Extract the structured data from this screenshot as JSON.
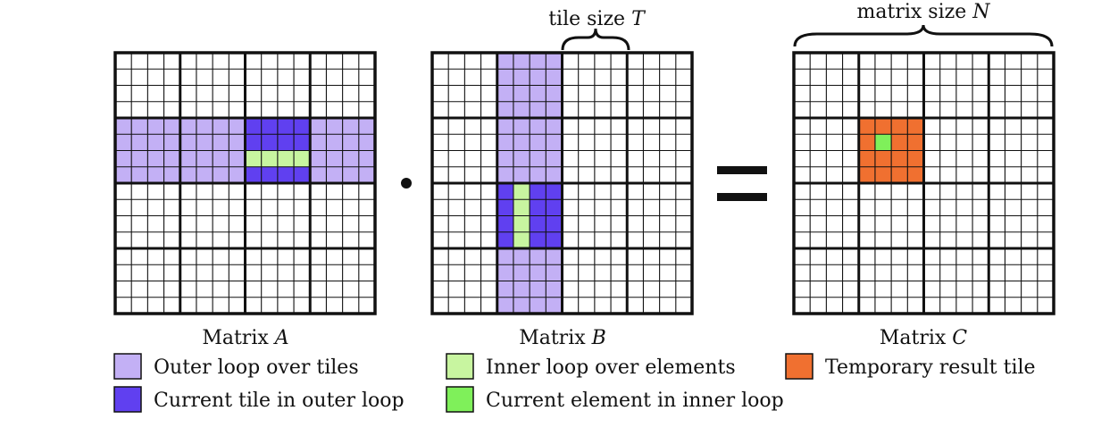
{
  "annotations": {
    "tile_size_label": "tile size",
    "tile_size_symbol": "T",
    "matrix_size_label": "matrix size",
    "matrix_size_symbol": "N"
  },
  "operators": {
    "dot": "·",
    "equals": "="
  },
  "grid": {
    "tiles_per_side": 4,
    "elements_per_tile": 4
  },
  "matrices": [
    {
      "id": "A",
      "caption_prefix": "Matrix",
      "caption_symbol": "A",
      "outer_loop_tiles": [
        [
          1,
          0
        ],
        [
          1,
          1
        ],
        [
          1,
          2
        ],
        [
          1,
          3
        ]
      ],
      "current_tile": [
        1,
        2
      ],
      "inner_loop_elements": [
        [
          2,
          0
        ],
        [
          2,
          1
        ],
        [
          2,
          2
        ],
        [
          2,
          3
        ]
      ],
      "current_elements": []
    },
    {
      "id": "B",
      "caption_prefix": "Matrix",
      "caption_symbol": "B",
      "outer_loop_tiles": [
        [
          0,
          1
        ],
        [
          1,
          1
        ],
        [
          2,
          1
        ],
        [
          3,
          1
        ]
      ],
      "current_tile": [
        2,
        1
      ],
      "inner_loop_elements": [
        [
          0,
          1
        ],
        [
          1,
          1
        ],
        [
          2,
          1
        ],
        [
          3,
          1
        ]
      ],
      "current_elements": []
    },
    {
      "id": "C",
      "caption_prefix": "Matrix",
      "caption_symbol": "C",
      "result_tile": [
        1,
        1
      ],
      "current_elements": [
        [
          1,
          1
        ]
      ]
    }
  ],
  "legend": [
    {
      "key": "outer_loop",
      "label": "Outer loop over tiles",
      "color": "#c3b0f5"
    },
    {
      "key": "current_tile",
      "label": "Current tile in outer loop",
      "color": "#6040f0"
    },
    {
      "key": "inner_loop",
      "label": "Inner loop over elements",
      "color": "#c8f5a0"
    },
    {
      "key": "current_element",
      "label": "Current element in inner loop",
      "color": "#7ff05a"
    },
    {
      "key": "result_tile",
      "label": "Temporary result tile",
      "color": "#f07030"
    }
  ]
}
